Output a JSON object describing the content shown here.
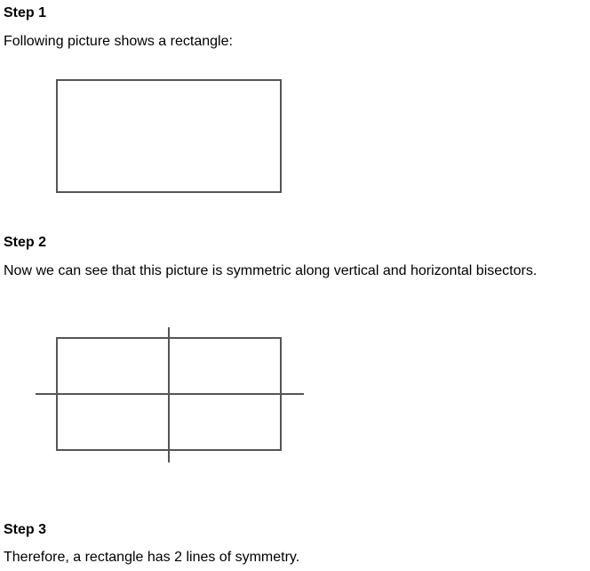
{
  "steps": [
    {
      "title": "Step 1",
      "text": "Following picture shows a rectangle:"
    },
    {
      "title": "Step 2",
      "text": "Now we can see that this picture is symmetric along vertical and horizontal bisectors."
    },
    {
      "title": "Step 3",
      "text": "Therefore, a rectangle has 2 lines of symmetry."
    }
  ],
  "colors": {
    "stroke": "#555555",
    "text": "#000000"
  }
}
